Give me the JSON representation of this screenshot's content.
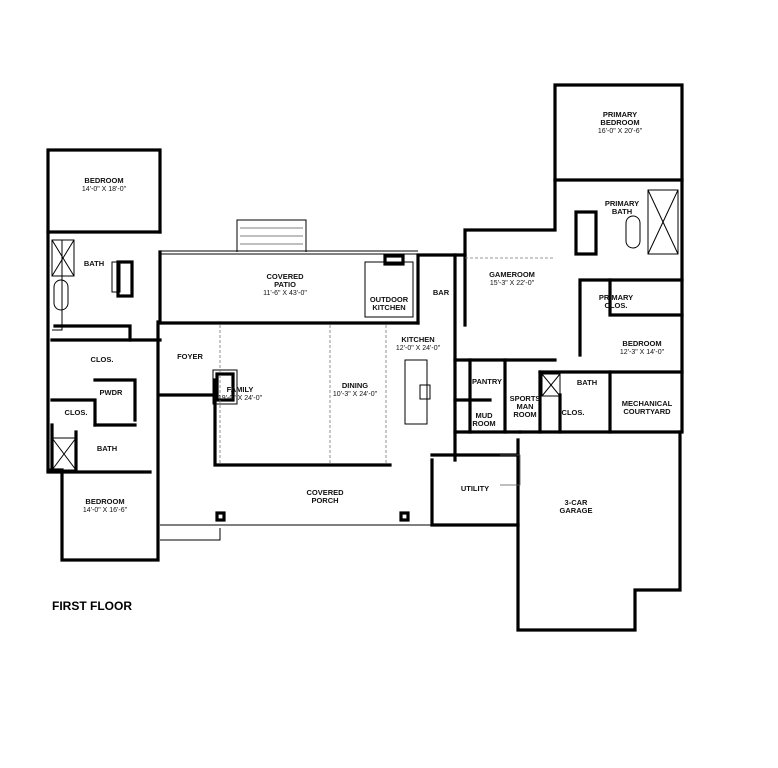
{
  "plan": {
    "title": "FIRST FLOOR",
    "rooms": {
      "bedroom_nw": {
        "name": "BEDROOM",
        "size": "14'-0\" X 18'-0\""
      },
      "bath_nw": {
        "name": "BATH"
      },
      "covered_patio": {
        "name1": "COVERED",
        "name2": "PATIO",
        "size": "11'-6\" X 43'-0\""
      },
      "outdoor_kitchen": {
        "name1": "OUTDOOR",
        "name2": "KITCHEN"
      },
      "bar": {
        "name": "BAR"
      },
      "gameroom": {
        "name": "GAMEROOM",
        "size": "15'-3\" X 22'-0\""
      },
      "primary_bedroom": {
        "name1": "PRIMARY",
        "name2": "BEDROOM",
        "size": "16'-0\" X 20'-6\""
      },
      "primary_bath": {
        "name1": "PRIMARY",
        "name2": "BATH"
      },
      "primary_clos": {
        "name1": "PRIMARY",
        "name2": "CLOS."
      },
      "bedroom_e": {
        "name": "BEDROOM",
        "size": "12'-3\" X 14'-0\""
      },
      "foyer": {
        "name": "FOYER"
      },
      "family": {
        "name": "FAMILY",
        "size": "19'-0\" X 24'-0\""
      },
      "dining": {
        "name": "DINING",
        "size": "10'-3\" X 24'-0\""
      },
      "kitchen": {
        "name": "KITCHEN",
        "size": "12'-0\" X 24'-0\""
      },
      "pantry": {
        "name": "PANTRY"
      },
      "sportsman_room": {
        "name1": "SPORTS",
        "name2": "MAN",
        "name3": "ROOM"
      },
      "mud_room": {
        "name1": "MUD",
        "name2": "ROOM"
      },
      "bath_e": {
        "name": "BATH"
      },
      "clos_e": {
        "name": "CLOS."
      },
      "mechanical_courtyard": {
        "name1": "MECHANICAL",
        "name2": "COURTYARD"
      },
      "clos_w1": {
        "name": "CLOS."
      },
      "pwdr": {
        "name": "PWDR"
      },
      "clos_w2": {
        "name": "CLOS."
      },
      "bath_sw": {
        "name": "BATH"
      },
      "bedroom_sw": {
        "name": "BEDROOM",
        "size": "14'-0\" X 16'-6\""
      },
      "covered_porch": {
        "name1": "COVERED",
        "name2": "PORCH"
      },
      "utility": {
        "name": "UTILITY"
      },
      "garage": {
        "name1": "3-CAR",
        "name2": "GARAGE"
      }
    }
  }
}
